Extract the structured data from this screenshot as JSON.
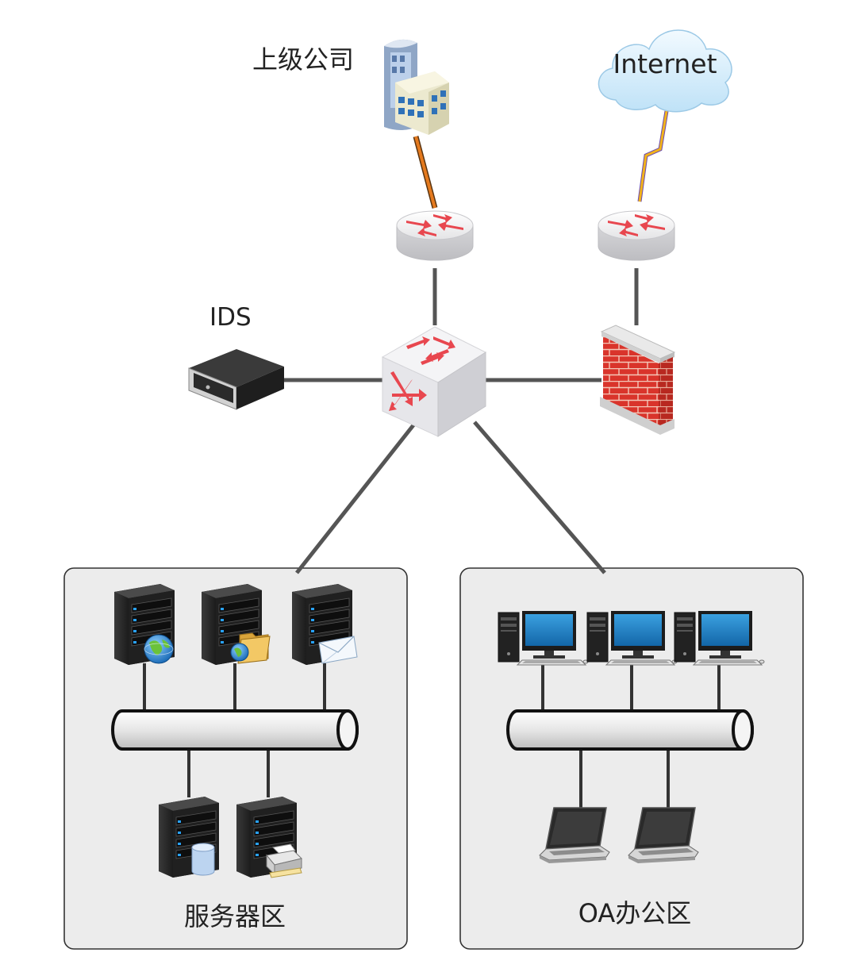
{
  "labels": {
    "parent_company": "上级公司",
    "internet": "Internet",
    "ids": "IDS",
    "server_zone": "服务器区",
    "oa_zone": "OA办公区"
  },
  "colors": {
    "zone_bg": "#ececec",
    "zone_border": "#333333",
    "link": "#555555",
    "arrow": "#e8474f",
    "brick": "#d9342b",
    "cloud": "#d4ecfa",
    "monitor_screen": "#1d7fc4",
    "wan_link": "#e57a1e"
  },
  "icons": {
    "parent_company": "office-building-icon",
    "internet": "cloud-icon",
    "router": "router-icon",
    "switch": "core-switch-icon",
    "ids": "ids-appliance-icon",
    "firewall": "firewall-icon",
    "server": "server-tower-icon",
    "workstation": "desktop-computer-icon",
    "laptop": "laptop-icon",
    "bus": "network-bus-icon"
  }
}
